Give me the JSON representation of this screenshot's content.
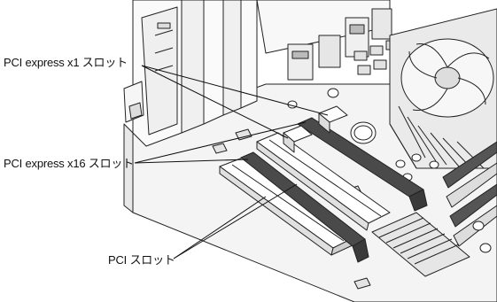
{
  "labels": {
    "pci_express_x1": "PCI express x1 スロット",
    "pci_express_x16": "PCI express x16 スロット",
    "pci": "PCI スロット"
  },
  "colors": {
    "line": "#222222",
    "board": "#f4f4f4",
    "slot_dark": "#4a4a4a",
    "slot_light": "#ffffff",
    "heatsink": "#e6e6e6"
  }
}
